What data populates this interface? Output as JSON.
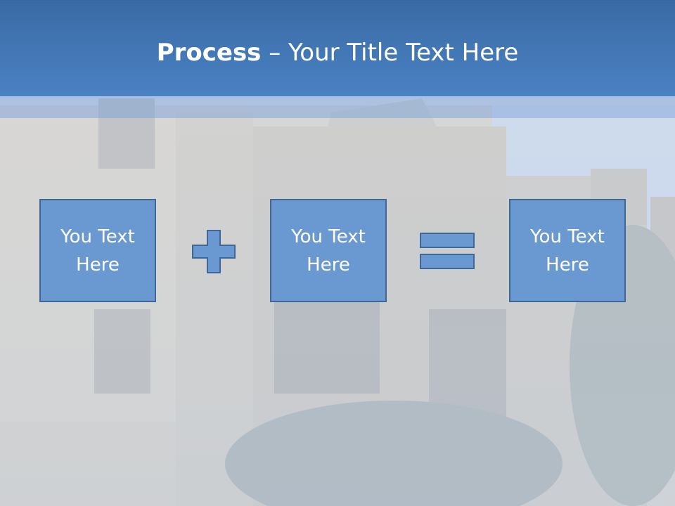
{
  "slide": {
    "title_bold": "Process",
    "title_rest": " – Your Title Text Here",
    "operators": [
      "plus-icon",
      "equals-icon"
    ],
    "boxes": [
      {
        "text": "You Text Here"
      },
      {
        "text": "You Text Here"
      },
      {
        "text": "You Text Here"
      }
    ]
  },
  "colors": {
    "header": "#4a82c4",
    "box_fill": "#6a98d0",
    "box_border": "#3f6899"
  }
}
